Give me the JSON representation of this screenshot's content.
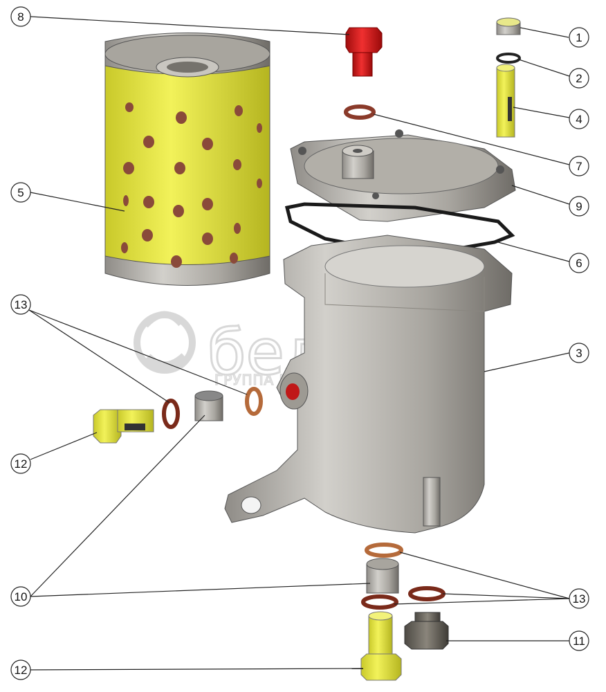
{
  "watermark": {
    "brand": "белагр",
    "tagline": "ГРУППА КОМПАНИЙ"
  },
  "callouts": {
    "c1": "1",
    "c2": "2",
    "c3": "3",
    "c4": "4",
    "c5": "5",
    "c6": "6",
    "c7": "7",
    "c8": "8",
    "c9": "9",
    "c10": "10",
    "c11": "11",
    "c12a": "12",
    "c12b": "12",
    "c13a": "13",
    "c13b": "13"
  },
  "colors": {
    "yellow_part": "#e8e84a",
    "red_part": "#d81818",
    "copper_ring": "#8a3a2a",
    "metal": "#b9b6b0",
    "line": "#222222"
  }
}
